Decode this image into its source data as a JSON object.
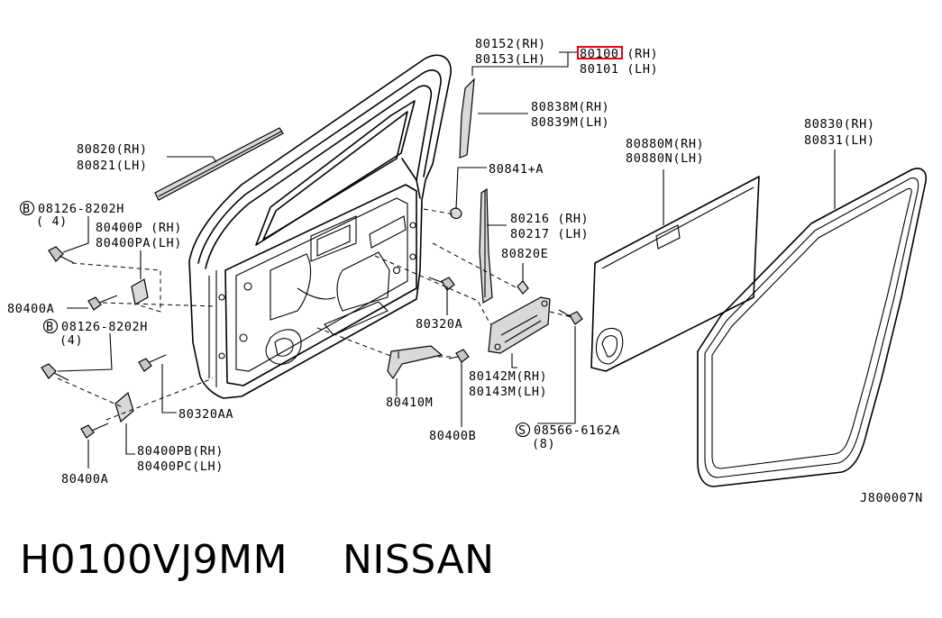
{
  "labels": {
    "sash_rh": "80152(RH)",
    "sash_lh": "80153(LH)",
    "door_rh": "80100 (RH)",
    "door_lh": "80101 (LH)",
    "molding_rh": "80838M(RH)",
    "molding_lh": "80839M(LH)",
    "grommet": "80841+A",
    "weatherstrip_rh": "80820(RH)",
    "weatherstrip_lh": "80821(LH)",
    "screen_rh": "80880M(RH)",
    "screen_lh": "80880N(LH)",
    "seal_rh": "80830(RH)",
    "seal_lh": "80831(LH)",
    "bolt_upper": "08126-8202H",
    "bolt_upper_qty": "( 4)",
    "hinge_upper_rh": "80400P (RH)",
    "hinge_upper_lh": "80400PA(LH)",
    "sash_guide_rh": "80216 (RH)",
    "sash_guide_lh": "80217 (LH)",
    "clip": "80820E",
    "bolt_a": "80400A",
    "bolt_lower": "08126-8202H",
    "bolt_lower_qty": "(4)",
    "bolt_320a": "80320A",
    "bolt_320aa": "80320AA",
    "check_link": "80410M",
    "hinge_lower_rh": "80400PB(RH)",
    "hinge_lower_lh": "80400PC(LH)",
    "bolt_a_lower": "80400A",
    "bolt_b": "80400B",
    "handle_rh": "80142M(RH)",
    "handle_lh": "80143M(LH)",
    "screw": "08566-6162A",
    "screw_qty": "(8)",
    "marker_b": "B",
    "marker_s": "S",
    "drawing_code": "J800007N"
  },
  "footer": {
    "part_number": "H0100VJ9MM",
    "brand": "NISSAN"
  },
  "highlight_color": "#e6001a"
}
